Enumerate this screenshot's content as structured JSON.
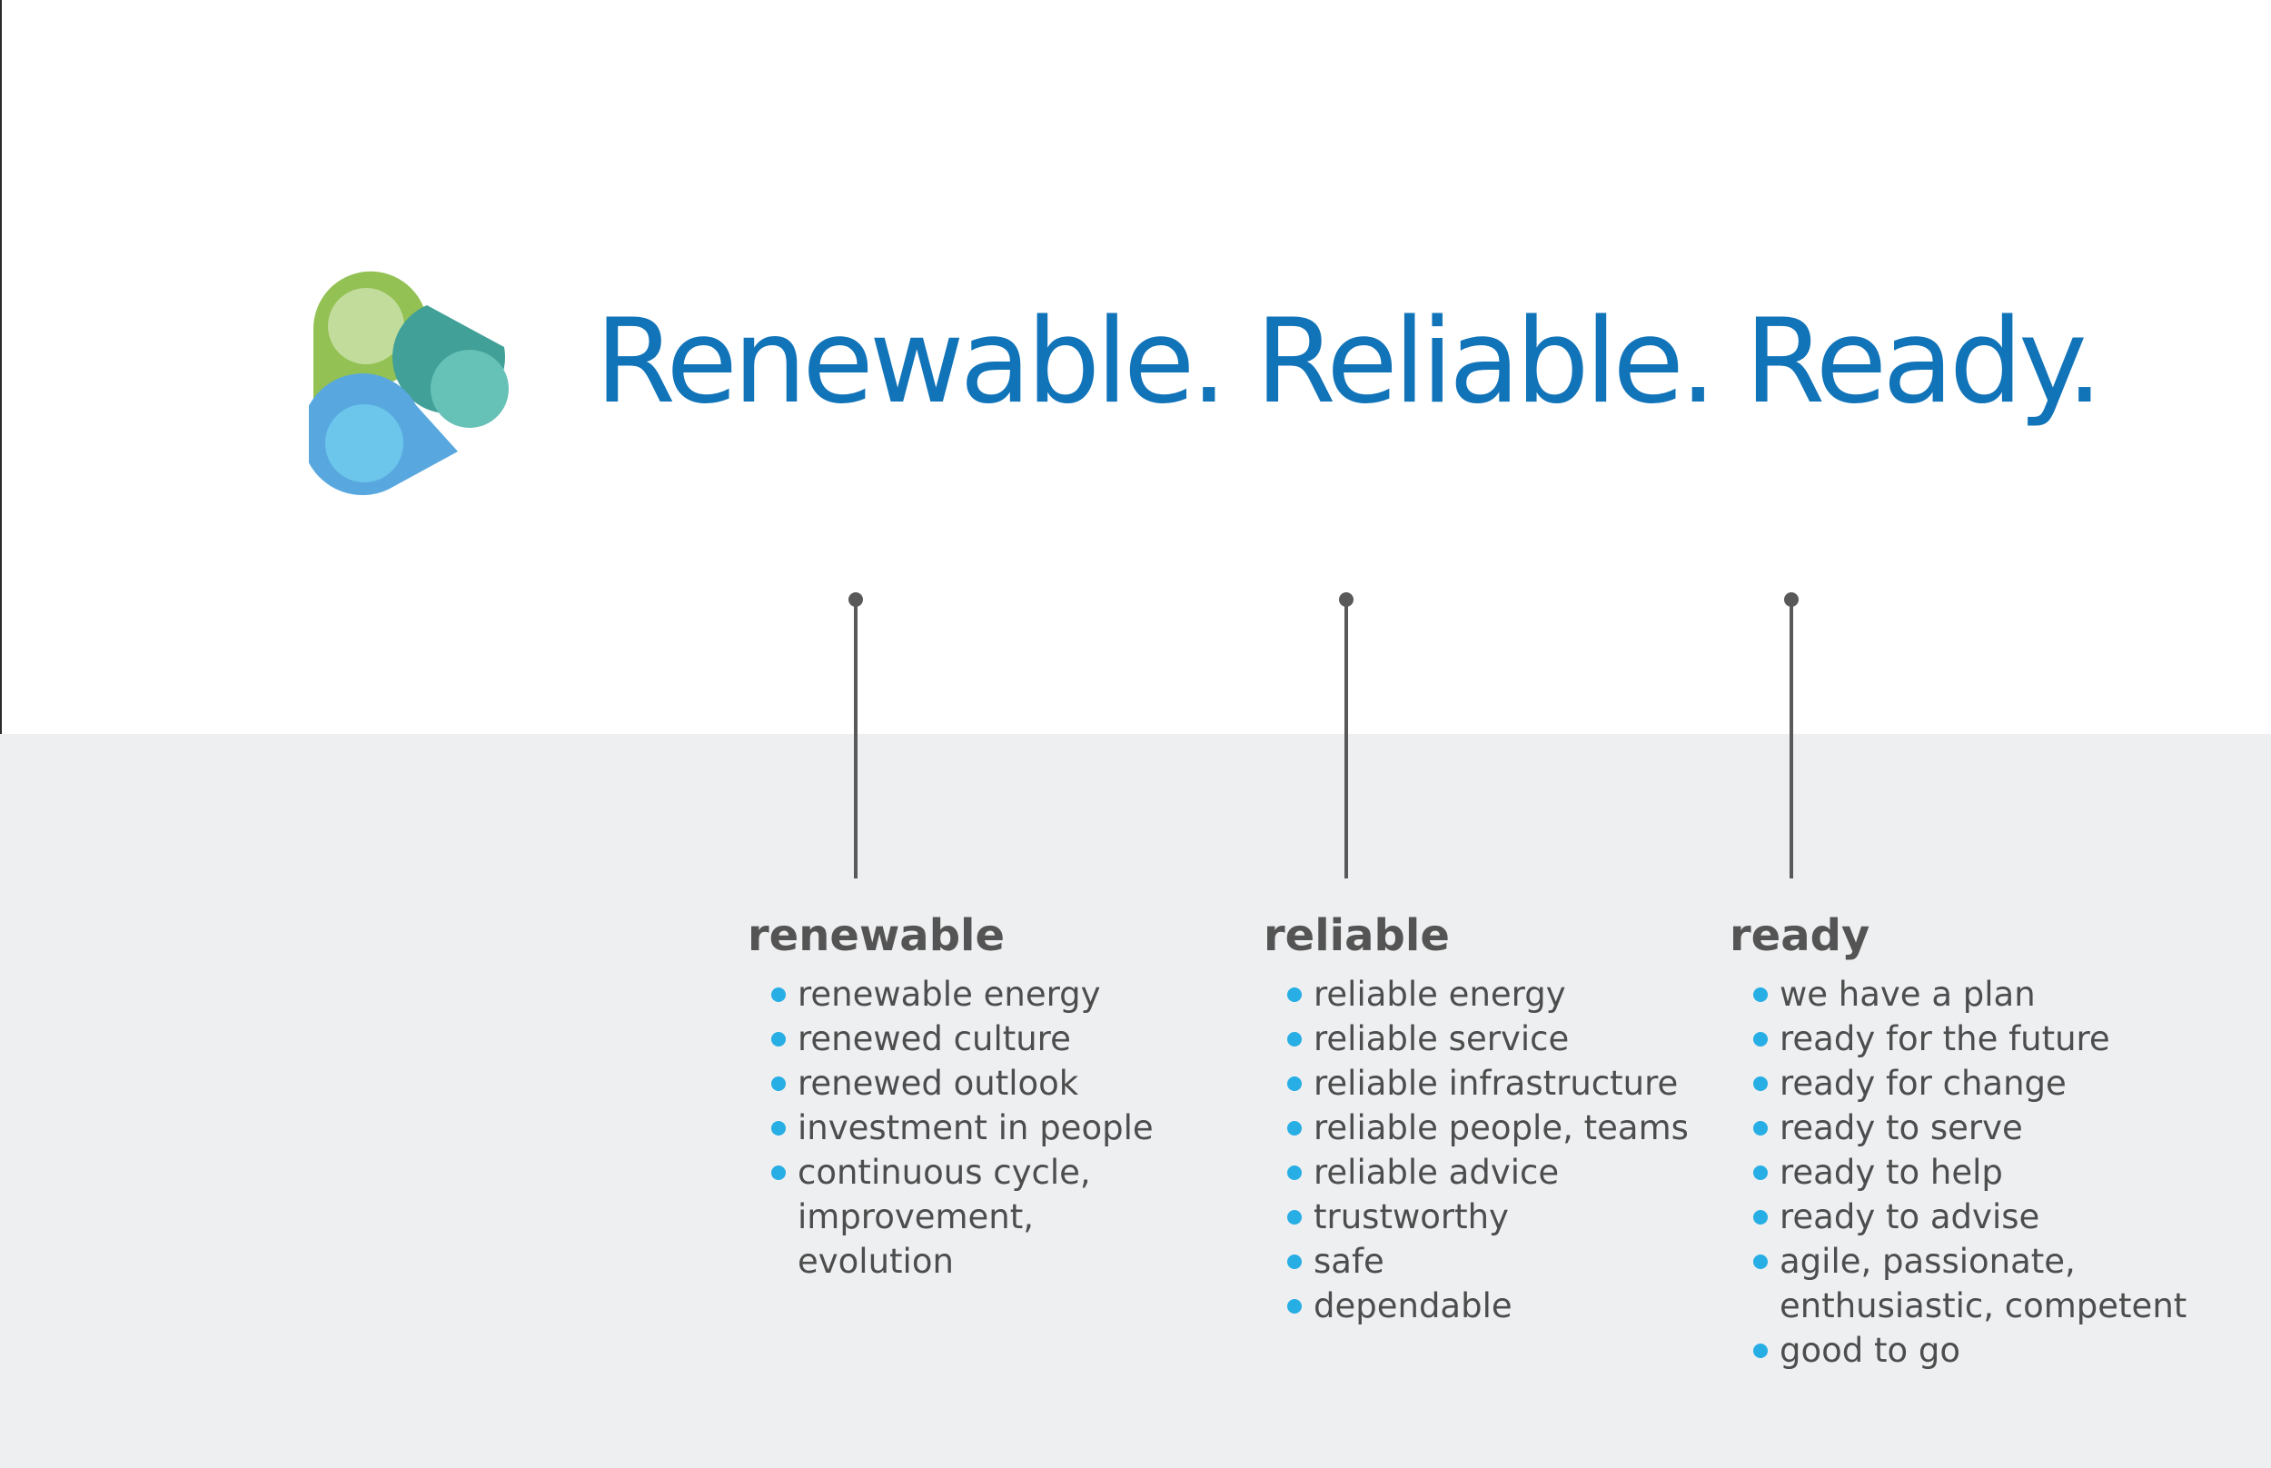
{
  "tagline": "Renewable. Reliable. Ready.",
  "logo": {
    "icon": "three-droplet-logo-icon",
    "colors": [
      "#93c154",
      "#41a097",
      "#58a8df"
    ]
  },
  "colors": {
    "tagline": "#1173b8",
    "bullet": "#27aee4",
    "heading": "#545454",
    "band": "#edeff1"
  },
  "pillars": [
    {
      "title": "renewable",
      "items": [
        "renewable energy",
        "renewed culture",
        "renewed outlook",
        "investment in people",
        [
          "continuous cycle,",
          "improvement,",
          "evolution"
        ]
      ]
    },
    {
      "title": "reliable",
      "items": [
        "reliable energy",
        "reliable service",
        "reliable infrastructure",
        "reliable people, teams",
        "reliable advice",
        "trustworthy",
        "safe",
        "dependable"
      ]
    },
    {
      "title": "ready",
      "items": [
        "we have a plan",
        "ready for the future",
        "ready for change",
        "ready to serve",
        "ready to help",
        "ready to advise",
        [
          "agile, passionate,",
          "enthusiastic, competent"
        ],
        "good to go"
      ]
    }
  ]
}
